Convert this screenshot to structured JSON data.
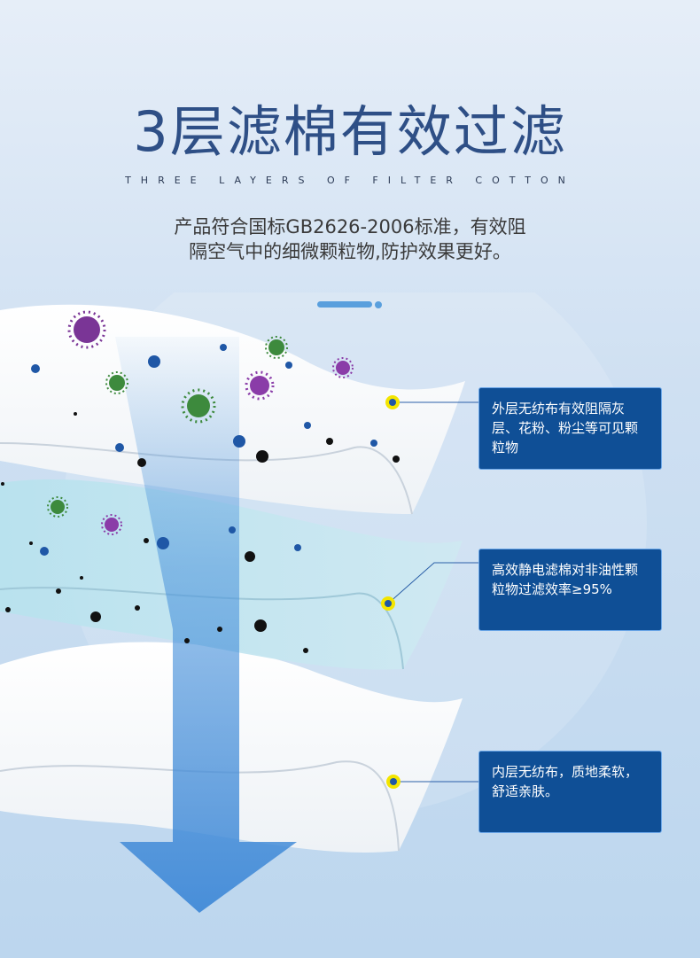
{
  "title": "3层滤棉有效过滤",
  "subtitle": "THREE LAYERS OF FILTER COTTON",
  "description": {
    "line1": "产品符合国标GB2626-2006标准，有效阻",
    "line2": "隔空气中的细微颗粒物,防护效果更好。"
  },
  "layers": [
    {
      "label": "外层无纺布有效阻隔灰层、花粉、粉尘等可见颗粒物"
    },
    {
      "label": "高效静电滤棉对非油性颗粒物过滤效率≥95%"
    },
    {
      "label": "内层无纺布，质地柔软，舒适亲肤。"
    }
  ],
  "colors": {
    "title": "#2e4f86",
    "callout_bg": "#0f4f96",
    "arrow": "#4d95dc",
    "marker": "#f3e500",
    "virus_green": "#3d8a3d",
    "virus_purple": "#7a3596"
  }
}
